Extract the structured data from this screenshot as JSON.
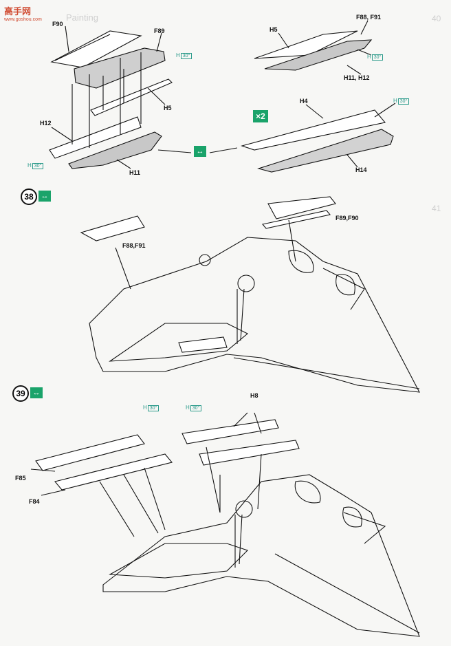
{
  "watermark": {
    "text": "高手网",
    "url": "www.goshou.com"
  },
  "step_numbers": {
    "s38": "38",
    "s39": "39"
  },
  "multiplier": "×2",
  "arrow_icon": "↔",
  "h_marks": {
    "letter": "H",
    "box": "30°"
  },
  "labels": {
    "f90": "F90",
    "f89": "F89",
    "h5a": "H5",
    "h12": "H12",
    "h11": "H11",
    "f88f91a": "F88, F91",
    "h5b": "H5",
    "h11h12": "H11, H12",
    "h4": "H4",
    "h14": "H14",
    "f89f90": "F89,F90",
    "f88f91b": "F88,F91",
    "h8": "H8",
    "f85": "F85",
    "f84": "F84"
  },
  "ghost_text": {
    "painting": "Painting",
    "n40": "40",
    "n41": "41"
  },
  "colors": {
    "accent_green": "#1aa36a",
    "teal": "#2a9a8a",
    "line": "#111111",
    "fill_gray": "#c8c8c8"
  }
}
